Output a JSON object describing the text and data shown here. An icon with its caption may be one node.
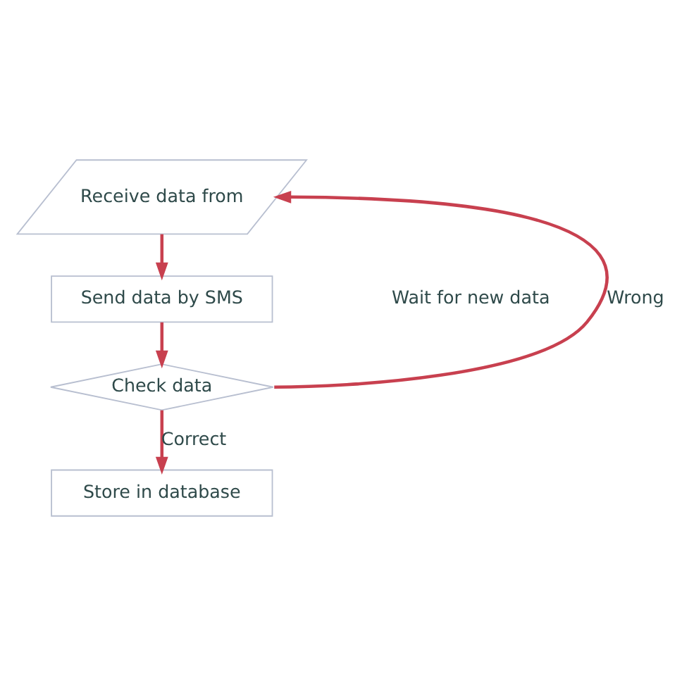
{
  "diagram": {
    "nodes": [
      {
        "text": [
          "Receive data from"
        ]
      },
      {
        "text": [
          "Send data by SMS"
        ]
      },
      {
        "text": [
          "Check data"
        ]
      },
      {
        "text": [
          "Store in database"
        ]
      }
    ],
    "edges": [
      {
        "from": 0,
        "to": 1,
        "arrow": "to"
      },
      {
        "from": 1,
        "to": 2,
        "arrow": "to"
      },
      {
        "from": 2,
        "to": 0,
        "arrow": "to",
        "label": "Wrong"
      },
      {
        "from": 2,
        "to": 3,
        "arrow": "to",
        "label": "Correct"
      }
    ],
    "labels": [
      "Wait for new data"
    ]
  }
}
